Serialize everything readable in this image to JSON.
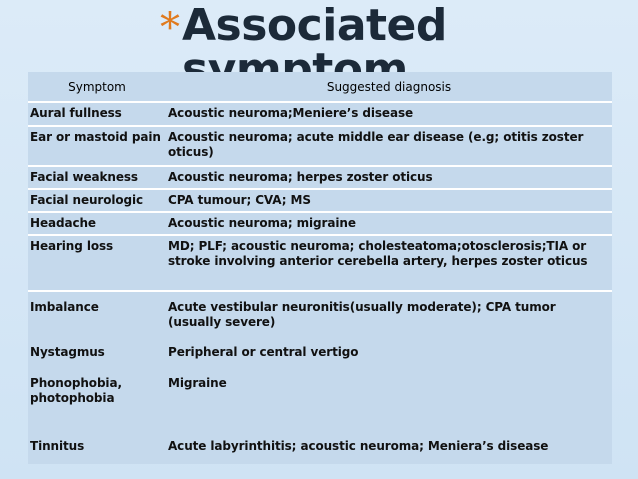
{
  "title": {
    "asterisk": "*",
    "text": "Associated symptom"
  },
  "table": {
    "headers": [
      "Symptom",
      "Suggested diagnosis"
    ],
    "rows": [
      [
        "Aural fullness",
        "Acoustic neuroma;Meniere’s disease"
      ],
      [
        "Ear or mastoid pain",
        "Acoustic neuroma; acute middle ear disease (e.g; otitis zoster oticus)"
      ],
      [
        "Facial weakness",
        "Acoustic neuroma; herpes zoster oticus"
      ],
      [
        "Facial neurologic",
        "CPA tumour; CVA; MS"
      ],
      [
        "Headache",
        "Acoustic neuroma; migraine"
      ],
      [
        "Hearing loss",
        "MD; PLF; acoustic neuroma; cholesteatoma;otosclerosis;TIA or stroke involving anterior cerebella artery, herpes zoster oticus"
      ],
      [
        " Imbalance",
        "Acute vestibular neuronitis(usually moderate); CPA tumor (usually severe)"
      ],
      [
        "Nystagmus",
        "Peripheral or central vertigo"
      ],
      [
        "Phonophobia, photophobia",
        "Migraine"
      ],
      [
        "Tinnitus",
        "Acute labyrinthitis; acoustic neuroma; Meniera’s disease"
      ]
    ]
  },
  "colors": {
    "background": "#d4e6f6",
    "table_fill": "#c5d9ec",
    "asterisk": "#e07a1e",
    "title": "#1c2a39"
  }
}
